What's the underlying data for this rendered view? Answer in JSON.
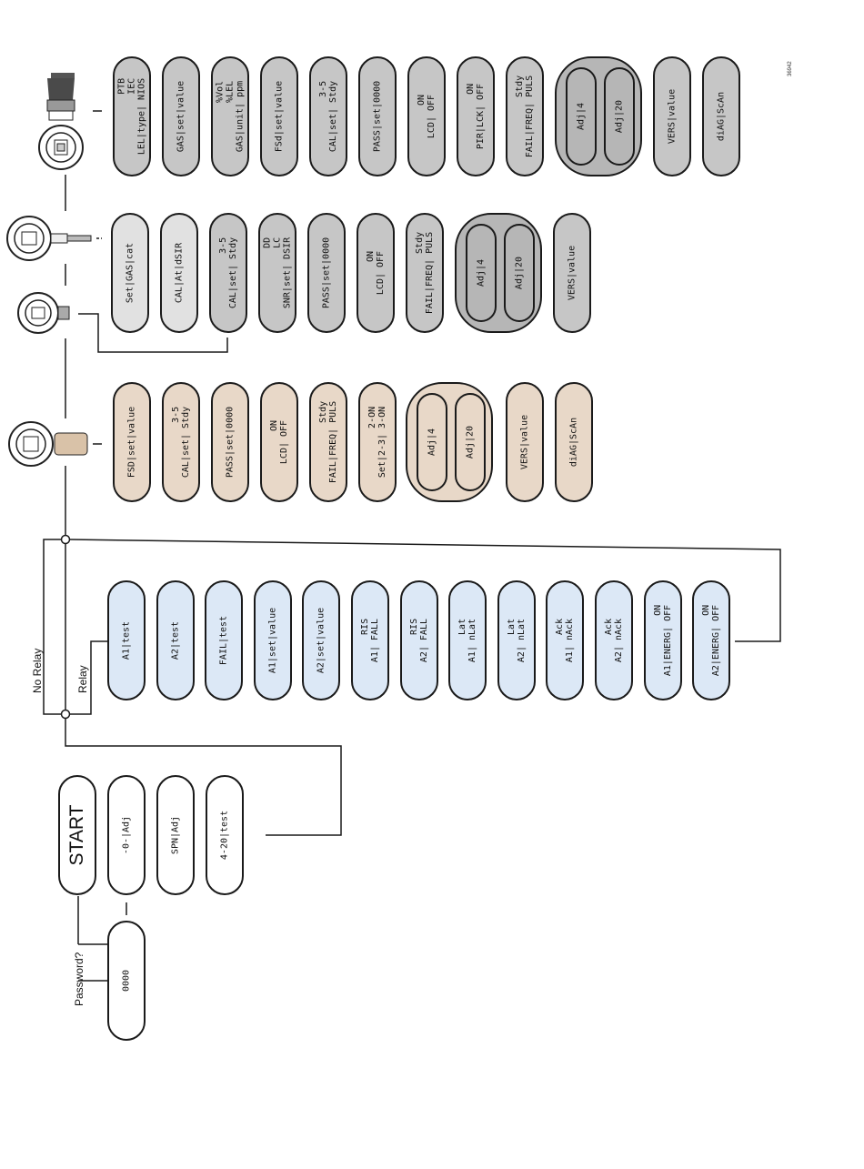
{
  "doc_id": "36942",
  "labels": {
    "password": "Password?",
    "relay": "Relay",
    "no_relay": "No Relay"
  },
  "start": {
    "start": "START",
    "password_code": "0000",
    "zero_adj": "-0-|Adj",
    "span_adj": "SPN|Adj",
    "loop_test": "4-20|test"
  },
  "relay_menu": [
    {
      "lines": [
        "A1|test"
      ]
    },
    {
      "lines": [
        "A2|test"
      ]
    },
    {
      "lines": [
        "FAIL|test"
      ]
    },
    {
      "lines": [
        "A1|set|value"
      ]
    },
    {
      "lines": [
        "A2|set|value"
      ]
    },
    {
      "lines": [
        "RIS",
        "A1|   FALL"
      ]
    },
    {
      "lines": [
        "RIS",
        "A2|   FALL"
      ]
    },
    {
      "lines": [
        "Lat",
        "A1|   nLat"
      ]
    },
    {
      "lines": [
        "Lat",
        "A2|   nLat"
      ]
    },
    {
      "lines": [
        "Ack",
        "A1|   nAck"
      ]
    },
    {
      "lines": [
        "Ack",
        "A2|   nAck"
      ]
    },
    {
      "lines": [
        "ON",
        "A1|ENERG|  OFF"
      ]
    },
    {
      "lines": [
        "ON",
        "A2|ENERG|  OFF"
      ]
    }
  ],
  "row_tan": [
    {
      "lines": [
        "FSD|set|value"
      ]
    },
    {
      "lines": [
        "3-5",
        "CAL|set|   Stdy"
      ]
    },
    {
      "lines": [
        "PASS|set|0000"
      ]
    },
    {
      "lines": [
        "ON",
        "LCD|   OFF"
      ]
    },
    {
      "lines": [
        "Stdy",
        "FAIL|FREQ|   PULS"
      ]
    },
    {
      "lines": [
        "2-ON",
        "Set|2-3|   3-ON"
      ]
    },
    {
      "lines": [
        "VERS|value"
      ]
    },
    {
      "lines": [
        "diAG|ScAn"
      ]
    }
  ],
  "row_grey_mid": [
    {
      "lines": [
        "Set|GAS|cat"
      ]
    },
    {
      "lines": [
        "CAL|At|dSIR"
      ]
    },
    {
      "lines": [
        "3-5",
        "CAL|set|   Stdy"
      ]
    },
    {
      "lines": [
        "DD",
        "LC",
        "SNR|set|   DSIR"
      ]
    },
    {
      "lines": [
        "PASS|set|0000"
      ]
    },
    {
      "lines": [
        "ON",
        "LCD|   OFF"
      ]
    },
    {
      "lines": [
        "Stdy",
        "FAIL|FREQ|   PULS"
      ]
    },
    {
      "lines": [
        "VERS|value"
      ]
    }
  ],
  "row_grey_top": [
    {
      "lines": [
        "PTB",
        "IEC",
        "LEL|type|   NIOS"
      ]
    },
    {
      "lines": [
        "GAS|set|value"
      ]
    },
    {
      "lines": [
        "%Vol",
        "%LEL",
        "GAS|unit|   ppm"
      ]
    },
    {
      "lines": [
        "FSd|set|value"
      ]
    },
    {
      "lines": [
        "3-5",
        "CAL|set|   Stdy"
      ]
    },
    {
      "lines": [
        "PASS|set|0000"
      ]
    },
    {
      "lines": [
        "ON",
        "LCD|   OFF"
      ]
    },
    {
      "lines": [
        "ON",
        "PIR|LCK|   OFF"
      ]
    },
    {
      "lines": [
        "Stdy",
        "FAIL|FREQ|   PULS"
      ]
    },
    {
      "lines": [
        "VERS|value"
      ]
    },
    {
      "lines": [
        "diAG|ScAn"
      ]
    }
  ],
  "adj": {
    "adj4": "Adj|4",
    "adj20": "Adj|20"
  },
  "colors": {
    "grey": "#c6c6c6",
    "light_grey": "#e1e1e1",
    "tan": "#e8d8c8",
    "blue": "#dce8f6",
    "line": "#1a1a1a"
  }
}
